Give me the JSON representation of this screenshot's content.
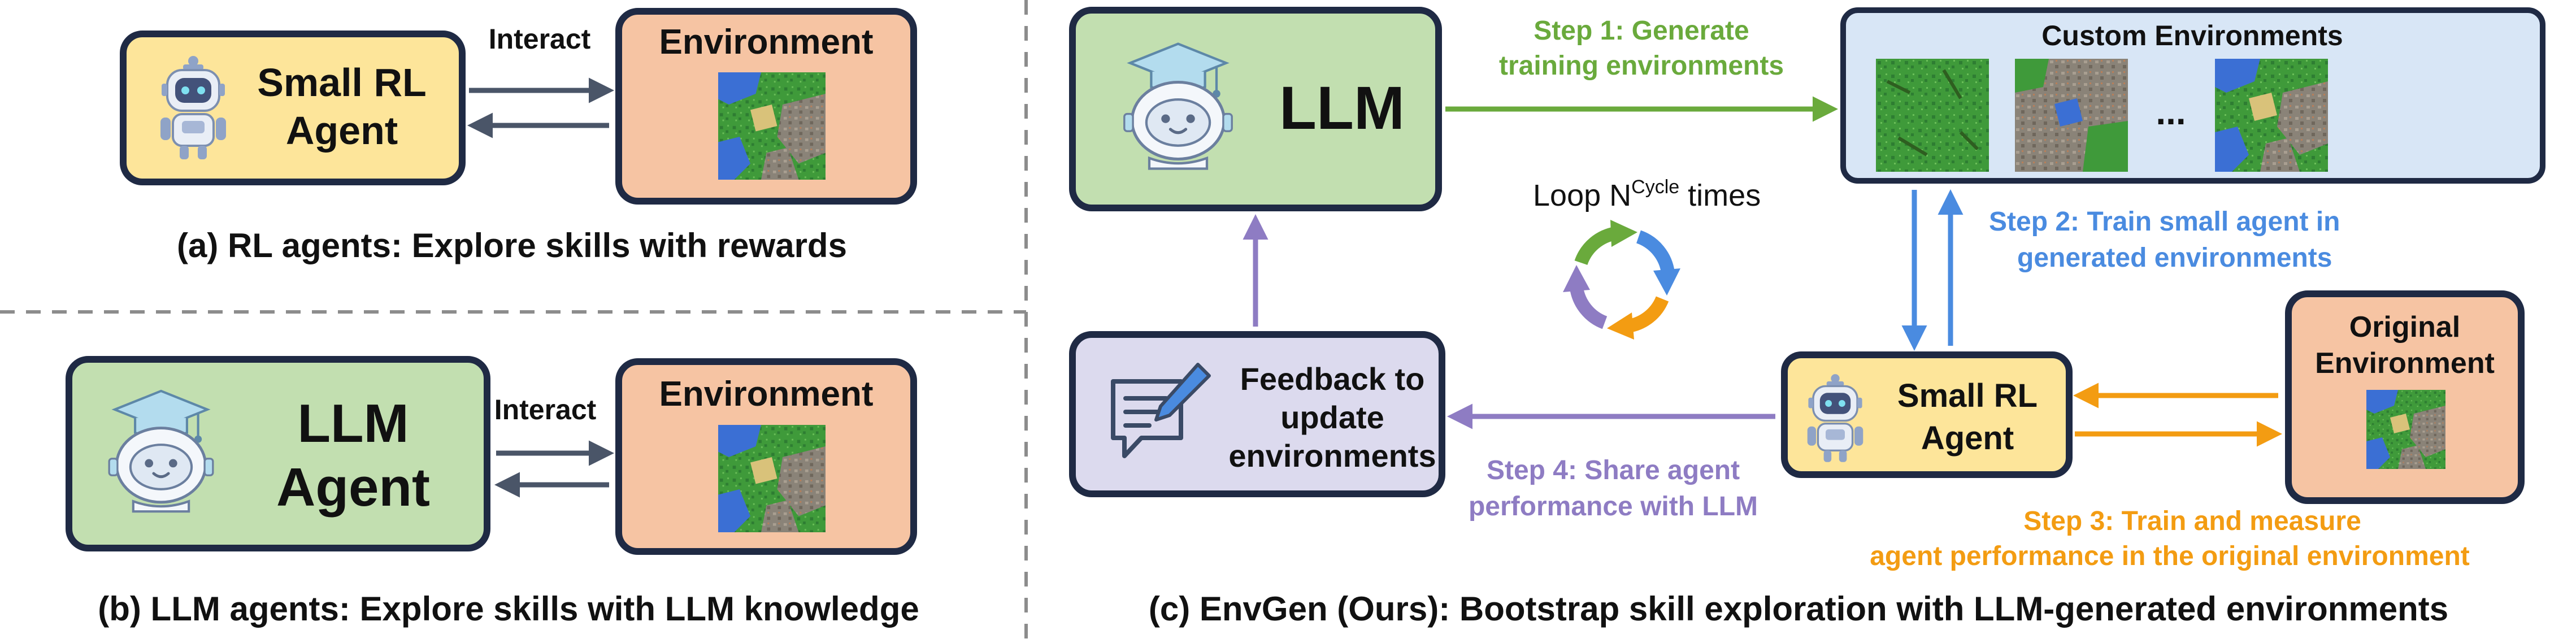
{
  "colors": {
    "box_border": "#1f2a44",
    "agent_fill": "#fde59a",
    "env_fill": "#f6c4a3",
    "llm_fill": "#c2dfb0",
    "custom_env_fill": "#d8e6f6",
    "feedback_fill": "#dcdaee",
    "divider": "#8c8c8c",
    "step1": "#6aaa3c",
    "step2": "#4a8be0",
    "step3": "#f39c12",
    "step4": "#8e7cc3",
    "arrow_dark": "#4a5568"
  },
  "panel_a": {
    "agent_label_line1": "Small RL",
    "agent_label_line2": "Agent",
    "env_label": "Environment",
    "interact_label": "Interact",
    "caption": "(a) RL agents: Explore skills with rewards"
  },
  "panel_b": {
    "agent_label_line1": "LLM",
    "agent_label_line2": "Agent",
    "env_label": "Environment",
    "interact_label": "Interact",
    "caption": "(b) LLM agents: Explore skills with LLM knowledge"
  },
  "panel_c": {
    "llm_label": "LLM",
    "custom_env_title": "Custom Environments",
    "custom_env_ellipsis": "...",
    "small_agent_line1": "Small RL",
    "small_agent_line2": "Agent",
    "original_env_line1": "Original",
    "original_env_line2": "Environment",
    "feedback_line1": "Feedback to",
    "feedback_line2": "update",
    "feedback_line3": "environments",
    "loop_prefix": "Loop N",
    "loop_sup": "Cycle",
    "loop_suffix": " times",
    "step1_line1": "Step 1: Generate",
    "step1_line2": "training environments",
    "step2_line1": "Step 2: Train small agent in",
    "step2_line2": "generated environments",
    "step3_line1": "Step 3: Train and measure",
    "step3_line2": "agent performance in the original environment",
    "step4_line1": "Step 4: Share agent",
    "step4_line2": "performance with LLM",
    "caption": "(c) EnvGen (Ours): Bootstrap skill exploration with LLM-generated environments"
  },
  "icons": {
    "robot": "robot-icon",
    "graduate_robot": "graduate-robot-icon",
    "map": "game-map-icon",
    "feedback": "feedback-pen-icon",
    "cycle": "cycle-arrows-icon"
  }
}
